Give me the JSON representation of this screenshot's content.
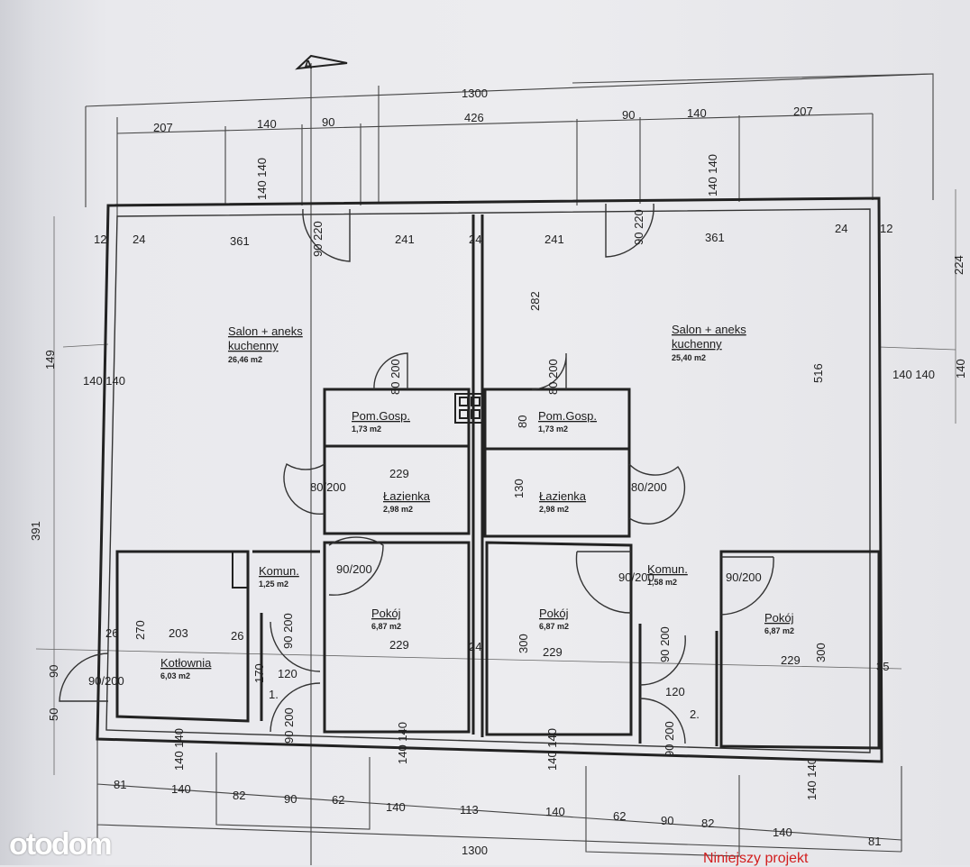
{
  "rooms": [
    {
      "name": "Salon + aneks",
      "name2": "kuchenny",
      "area": "26,46 m2"
    },
    {
      "name": "Salon + aneks",
      "name2": "kuchenny",
      "area": "25,40 m2"
    },
    {
      "name": "Pom.Gosp.",
      "area": "1,73 m2"
    },
    {
      "name": "Pom.Gosp.",
      "area": "1,73 m2"
    },
    {
      "name": "Łazienka",
      "area": "2,98 m2"
    },
    {
      "name": "Łazienka",
      "area": "2,98 m2"
    },
    {
      "name": "Komun.",
      "area": "1,25 m2"
    },
    {
      "name": "Komun.",
      "area": "1,58 m2"
    },
    {
      "name": "Kotłownia",
      "area": "6,03 m2"
    },
    {
      "name": "Pokój",
      "area": "6,87 m2"
    },
    {
      "name": "Pokój",
      "area": "6,87 m2"
    },
    {
      "name": "Pokój",
      "area": "6,87 m2"
    }
  ],
  "dimensions": [
    "1300",
    "207",
    "140",
    "90",
    "426",
    "90",
    "140",
    "207",
    "140 140",
    "140 140",
    "12",
    "24",
    "361",
    "241",
    "24",
    "241",
    "361",
    "24",
    "12",
    "90 220",
    "90 220",
    "282",
    "516",
    "224",
    "140",
    "140 140",
    "140 140",
    "149",
    "391",
    "90",
    "50",
    "80 200",
    "80 200",
    "80",
    "229",
    "80/200",
    "130",
    "80/200",
    "90/200",
    "90/200",
    "90/200",
    "270",
    "26",
    "203",
    "26",
    "90 200",
    "229",
    "24",
    "300",
    "229",
    "90 200",
    "229",
    "300",
    "35",
    "170",
    "120",
    "1.",
    "90/200",
    "120",
    "2.",
    "90 200",
    "90 200",
    "140 140",
    "140 140",
    "140 140",
    "140 140",
    "81",
    "140",
    "82",
    "90",
    "62",
    "140",
    "113",
    "140",
    "62",
    "90",
    "82",
    "140",
    "81",
    "1300"
  ],
  "section_marker": "A",
  "watermark": "otodom",
  "note": "Niniejszy projekt"
}
